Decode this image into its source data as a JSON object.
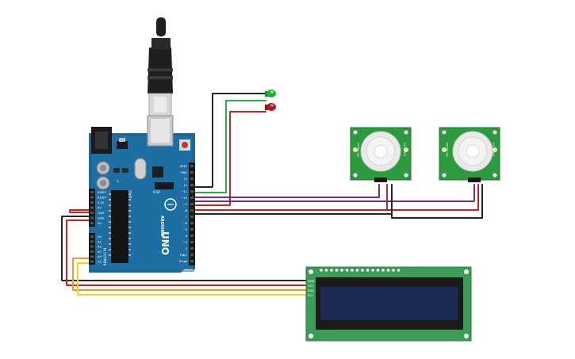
{
  "arduino": {
    "brand_text": "ARDUINO",
    "model_text": "UNO",
    "digital_header_labels": [
      "AREF",
      "GND",
      "13",
      "12",
      "~11",
      "~10",
      "~9",
      "8",
      "7",
      "~6",
      "~5",
      "4",
      "~3",
      "2",
      "TX►1",
      "RX◄0"
    ],
    "power_header_labels": [
      "IOREF",
      "RESET",
      "3.3V",
      "5V",
      "GND",
      "GND",
      "Vin"
    ],
    "analog_header_labels": [
      "A0",
      "A1",
      "A2",
      "A3",
      "A4",
      "A5"
    ],
    "section_power": "POWER",
    "section_analog": "ANALOG IN",
    "icsp_label": "ICSP",
    "tx_label": "TX",
    "rx_label": "RX",
    "l_label": "L"
  },
  "pir_sensors": [
    {
      "id": "pir-1",
      "side_label": "HC-SR501",
      "side_label_2": "PIR Sensor"
    },
    {
      "id": "pir-2",
      "side_label": "HC-SR501",
      "side_label_2": "PIR Sensor"
    }
  ],
  "lcd": {
    "pin_labels": [
      "GND",
      "VCC",
      "SDA",
      "SCL"
    ]
  },
  "leds": [
    {
      "id": "led-green",
      "color": "#1fae2f"
    },
    {
      "id": "led-red",
      "color": "#b31b1b"
    }
  ],
  "colors": {
    "board_blue": "#1d6fa3",
    "board_dark": "#15587f",
    "pir_green": "#2b9b3e",
    "lcd_green": "#3b9c56",
    "lcd_screen": "#1c2b52",
    "wire_black": "#262626",
    "wire_red": "#d02020",
    "wire_green": "#2fa84a",
    "wire_purple": "#6a2f93",
    "wire_orange": "#f29a1f",
    "wire_yellow": "#ffd21a"
  }
}
